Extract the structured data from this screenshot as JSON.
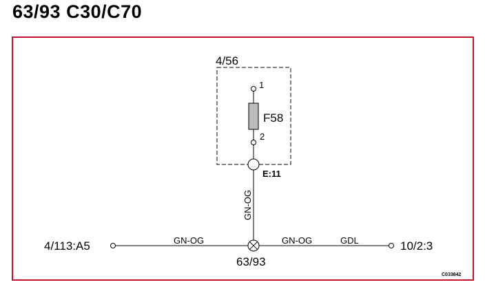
{
  "header": {
    "title": "63/93 C30/C70"
  },
  "diagram": {
    "component_id": "4/56",
    "fuse": {
      "name": "F58",
      "pin_top": "1",
      "pin_bottom": "2"
    },
    "connector_top": "E:11",
    "wire_vertical": "GN-OG",
    "wire_left": "GN-OG",
    "wire_right": "GN-OG",
    "wire_right_extra": "GDL",
    "terminal_left": "4/113:A5",
    "terminal_right": "10/2:3",
    "splice_label": "63/93",
    "reference_code": "C033842"
  },
  "colors": {
    "frame": "#c8102e",
    "fuse_fill": "#bcbcbc",
    "line": "#000000"
  }
}
